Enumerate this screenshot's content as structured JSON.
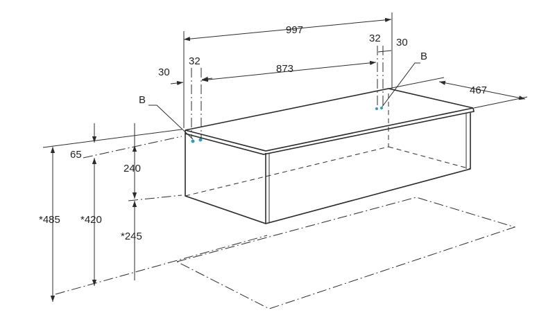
{
  "dimensions": {
    "overall_width": "997",
    "inner_width": "873",
    "depth": "467",
    "left_offset_outer": "30",
    "left_offset_inner": "32",
    "right_offset_inner": "32",
    "right_offset_outer": "30",
    "top_thickness": "65",
    "body_height": "240",
    "mount_height": "*245",
    "height_420": "*420",
    "height_485": "*485"
  },
  "callouts": {
    "left_point": "B",
    "right_point": "B"
  },
  "colors": {
    "line": "#2b2b2b",
    "point_marker": "#2a9fb8"
  }
}
